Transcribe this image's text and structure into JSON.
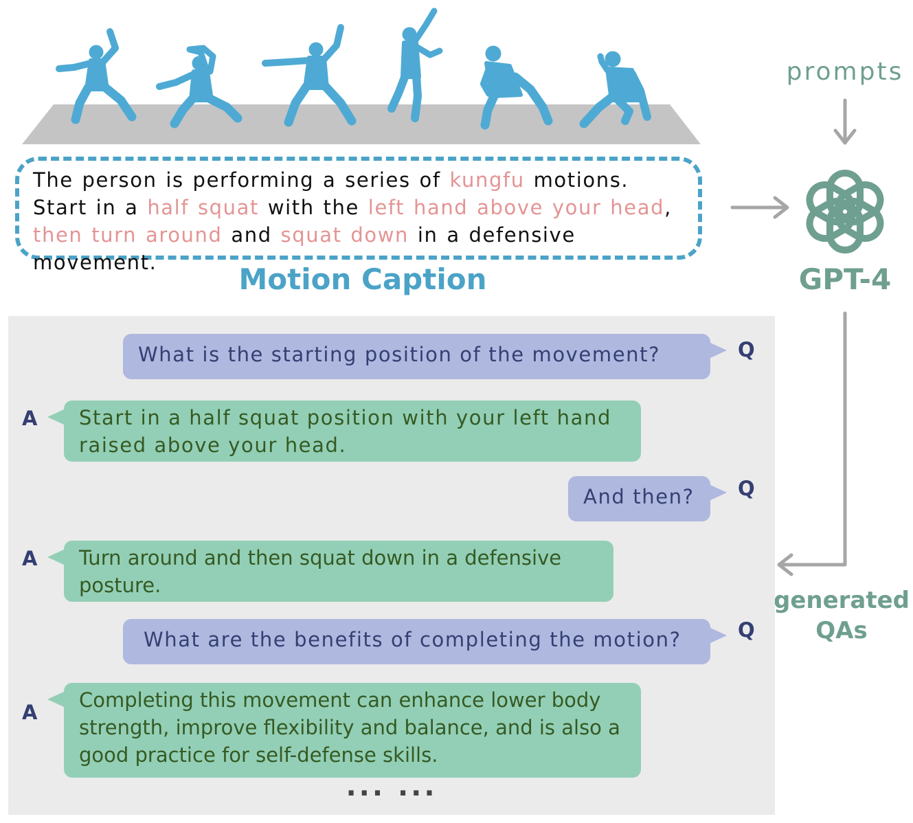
{
  "caption": {
    "segments": [
      {
        "text": "The person is performing a series of ",
        "highlight": false
      },
      {
        "text": "kungfu",
        "highlight": true
      },
      {
        "text": " motions. Start in a ",
        "highlight": false
      },
      {
        "text": "half squat",
        "highlight": true
      },
      {
        "text": " with the ",
        "highlight": false
      },
      {
        "text": "left hand above your head",
        "highlight": true
      },
      {
        "text": ", ",
        "highlight": false
      },
      {
        "text": "then turn around",
        "highlight": true
      },
      {
        "text": " and ",
        "highlight": false
      },
      {
        "text": "squat down",
        "highlight": true
      },
      {
        "text": " in a defensive movement.",
        "highlight": false
      }
    ],
    "title": "Motion Caption"
  },
  "labels": {
    "prompts": "prompts",
    "model": "GPT-4",
    "generated_line1": "generated",
    "generated_line2": "QAs"
  },
  "qa": [
    {
      "role": "Q",
      "text": "What is the starting position of the movement?"
    },
    {
      "role": "A",
      "text": "Start in a half squat position with your left hand raised above your head."
    },
    {
      "role": "Q",
      "text": "And then?"
    },
    {
      "role": "A",
      "text": "Turn around and then squat down in a defensive posture."
    },
    {
      "role": "Q",
      "text": "What are the benefits of completing the motion?"
    },
    {
      "role": "A",
      "text": "Completing this movement can enhance lower body strength, improve flexibility and balance, and is also a good practice for self-defense skills."
    }
  ],
  "ellipsis": "... ...",
  "colors": {
    "caption_border": "#4ba3c7",
    "highlight": "#e49494",
    "gpt": "#6f9f90",
    "question_bubble": "#afb8df",
    "answer_bubble": "#93cfb6",
    "figure": "#4eaad4",
    "floor": "#c4c4c4",
    "arrow": "#a6a6a6"
  }
}
